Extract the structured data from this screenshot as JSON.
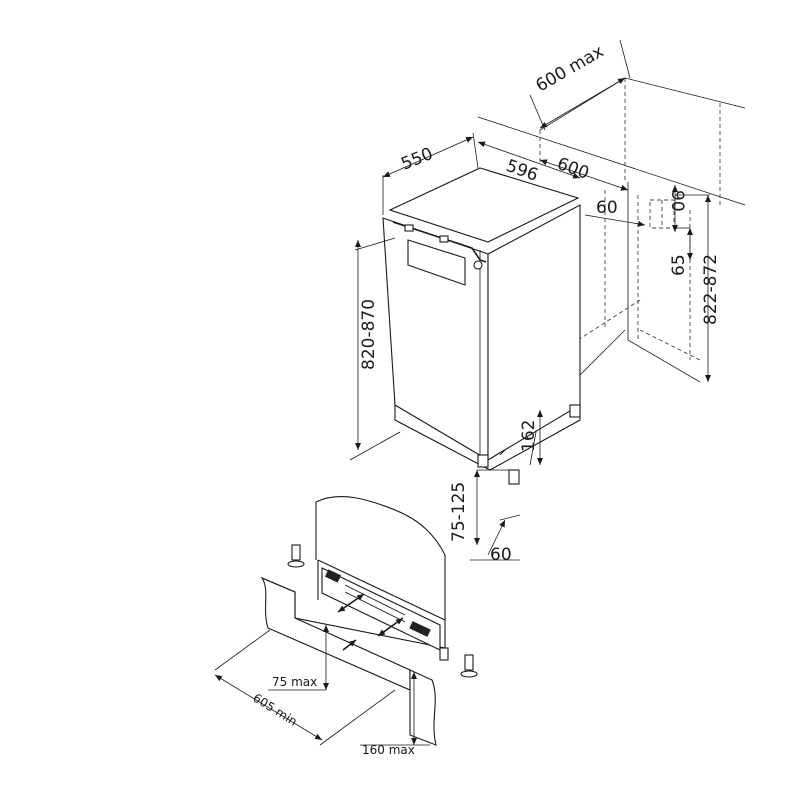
{
  "dimensions": {
    "cabinet_depth_max": "600 max",
    "cabinet_depth": "600",
    "appliance_depth": "550",
    "appliance_width": "596",
    "appliance_height": "820-870",
    "niche_height": "822-872",
    "vent_offset": "60",
    "vent_height": "90",
    "vent_lower": "65",
    "foot_height": "162",
    "plinth_height": "75-125",
    "plinth_setback": "60",
    "plinth_vent_height_max": "75 max",
    "plinth_width_min": "605 min",
    "plinth_height_max": "160 max"
  }
}
